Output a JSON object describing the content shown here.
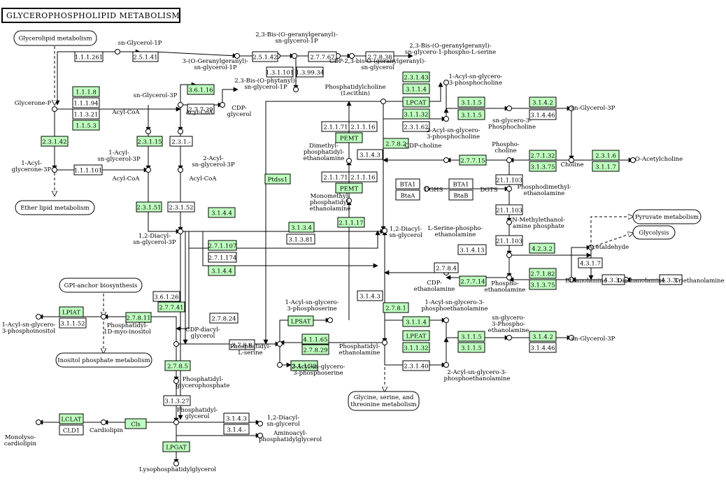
{
  "title": "GLYCEROPHOSPHOLIPID METABOLISM",
  "pathways": [
    {
      "id": "p-glycerolipid",
      "label": "Glycerolipid metabolism"
    },
    {
      "id": "p-ether",
      "label": "Ether lipid metabolism"
    },
    {
      "id": "p-gpi",
      "label": "GPI-anchor biosynthesis"
    },
    {
      "id": "p-inositol",
      "label": "Inositol phosphate metabolism"
    },
    {
      "id": "p-pyruvate",
      "label": "Pyruvate metabolism"
    },
    {
      "id": "p-glycolysis",
      "label": "Glycolysis"
    },
    {
      "id": "p-glycine",
      "label": "Glycine, serine, and threonine metabolism"
    }
  ],
  "enzymes": [
    {
      "id": "e1",
      "label": "1.1.1.261",
      "green": false
    },
    {
      "id": "e2",
      "label": "2.5.1.41",
      "green": false
    },
    {
      "id": "e3",
      "label": "2.5.1.42",
      "green": false
    },
    {
      "id": "e4",
      "label": "2.7.7.67",
      "green": false
    },
    {
      "id": "e5",
      "label": "2.7.8.38",
      "green": false
    },
    {
      "id": "e6",
      "label": "1.3.1.101",
      "green": false
    },
    {
      "id": "e7",
      "label": "1.3.99.34",
      "green": false
    },
    {
      "id": "e8",
      "label": "1.1.1.8",
      "green": true
    },
    {
      "id": "e9",
      "label": "1.1.1.94",
      "green": false
    },
    {
      "id": "e10",
      "label": "1.1.3.21",
      "green": false
    },
    {
      "id": "e11",
      "label": "1.1.5.3",
      "green": true
    },
    {
      "id": "e12",
      "label": "3.6.1.16",
      "green": true
    },
    {
      "id": "e13",
      "label": "2.7.7.39",
      "green": false
    },
    {
      "id": "e14",
      "label": "2.3.1.42",
      "green": true
    },
    {
      "id": "e15",
      "label": "2.3.1.15",
      "green": true
    },
    {
      "id": "e16",
      "label": "2.3.1.-",
      "green": false
    },
    {
      "id": "e17",
      "label": "1.1.1.101",
      "green": false
    },
    {
      "id": "e18",
      "label": "2.3.1.51",
      "green": true
    },
    {
      "id": "e19",
      "label": "2.3.1.52",
      "green": false
    },
    {
      "id": "e20",
      "label": "3.1.4.4",
      "green": true
    },
    {
      "id": "e21",
      "label": "Ptdss1",
      "green": true
    },
    {
      "id": "e22",
      "label": "3.1.3.4",
      "green": true
    },
    {
      "id": "e23",
      "label": "3.1.3.81",
      "green": false
    },
    {
      "id": "e24",
      "label": "2.7.1.107",
      "green": true
    },
    {
      "id": "e25",
      "label": "2.7.1.174",
      "green": false
    },
    {
      "id": "e26",
      "label": "3.1.4.4",
      "green": true
    },
    {
      "id": "e27",
      "label": "3.6.1.26",
      "green": false
    },
    {
      "id": "e28",
      "label": "2.7.7.41",
      "green": true
    },
    {
      "id": "e29",
      "label": "2.7.8.24",
      "green": false
    },
    {
      "id": "e30",
      "label": "2.7.8.11",
      "green": true
    },
    {
      "id": "e31",
      "label": "LPIAT",
      "green": true
    },
    {
      "id": "e32",
      "label": "3.1.1.52",
      "green": false
    },
    {
      "id": "e33",
      "label": "2.7.8.8",
      "green": false
    },
    {
      "id": "e34",
      "label": "2.7.8.5",
      "green": true
    },
    {
      "id": "e35",
      "label": "3.1.3.27",
      "green": false
    },
    {
      "id": "e36",
      "label": "LCLAT",
      "green": true
    },
    {
      "id": "e37",
      "label": "CLD1",
      "green": false
    },
    {
      "id": "e38",
      "label": "Cls",
      "green": true
    },
    {
      "id": "e39",
      "label": "3.1.4.3",
      "green": false
    },
    {
      "id": "e40",
      "label": "3.1.4.-",
      "green": false
    },
    {
      "id": "e41",
      "label": "LPGAT",
      "green": true
    },
    {
      "id": "e42",
      "label": "2.3.1.43",
      "green": true
    },
    {
      "id": "e43",
      "label": "3.1.1.4",
      "green": true
    },
    {
      "id": "e44",
      "label": "LPCAT",
      "green": true
    },
    {
      "id": "e45",
      "label": "3.1.1.32",
      "green": true
    },
    {
      "id": "e46",
      "label": "2.3.1.62",
      "green": false
    },
    {
      "id": "e47",
      "label": "3.1.1.5",
      "green": true
    },
    {
      "id": "e48",
      "label": "3.1.1.5",
      "green": true
    },
    {
      "id": "e49",
      "label": "3.1.4.2",
      "green": true
    },
    {
      "id": "e50",
      "label": "3.1.4.46",
      "green": false
    },
    {
      "id": "e51",
      "label": "2.1.1.71",
      "green": false
    },
    {
      "id": "e52",
      "label": "2.1.1.16",
      "green": false
    },
    {
      "id": "e53",
      "label": "PEMT",
      "green": true
    },
    {
      "id": "e54",
      "label": "3.1.4.3",
      "green": false
    },
    {
      "id": "e55",
      "label": "2.7.8.2",
      "green": true
    },
    {
      "id": "e56",
      "label": "2.1.1.71",
      "green": false
    },
    {
      "id": "e57",
      "label": "2.1.1.16",
      "green": false
    },
    {
      "id": "e58",
      "label": "PEMT",
      "green": true
    },
    {
      "id": "e59",
      "label": "2.7.7.15",
      "green": true
    },
    {
      "id": "e60",
      "label": "2.7.1.32",
      "green": true
    },
    {
      "id": "e61",
      "label": "3.1.3.75",
      "green": true
    },
    {
      "id": "e62",
      "label": "2.3.1.6",
      "green": true
    },
    {
      "id": "e63",
      "label": "3.1.1.7",
      "green": true
    },
    {
      "id": "e64",
      "label": "2.1.1.17",
      "green": true
    },
    {
      "id": "e65",
      "label": "BTA1",
      "green": false
    },
    {
      "id": "e66",
      "label": "BtaA",
      "green": false
    },
    {
      "id": "e67",
      "label": "BTA1",
      "green": false
    },
    {
      "id": "e68",
      "label": "BtaB",
      "green": false
    },
    {
      "id": "e69",
      "label": "21.1.103",
      "green": false
    },
    {
      "id": "e70",
      "label": "21.1.103",
      "green": false
    },
    {
      "id": "e71",
      "label": "21.1.103",
      "green": false
    },
    {
      "id": "e72",
      "label": "3.1.4.13",
      "green": false
    },
    {
      "id": "e73",
      "label": "4.2.3.2",
      "green": true
    },
    {
      "id": "e74",
      "label": "4.3.1.7",
      "green": false
    },
    {
      "id": "e75",
      "label": "2.7.8.4",
      "green": false
    },
    {
      "id": "e76",
      "label": "2.7.7.14",
      "green": true
    },
    {
      "id": "e77",
      "label": "2.7.1.82",
      "green": true
    },
    {
      "id": "e78",
      "label": "3.1.3.75",
      "green": true
    },
    {
      "id": "e79",
      "label": "4.3.3.-",
      "green": false
    },
    {
      "id": "e80",
      "label": "4.3.3.-",
      "green": false
    },
    {
      "id": "e81",
      "label": "3.1.4.3",
      "green": false
    },
    {
      "id": "e82",
      "label": "2.7.8.1",
      "green": true
    },
    {
      "id": "e83",
      "label": "LPSAT",
      "green": true
    },
    {
      "id": "e84",
      "label": "4.1.1.65",
      "green": true
    },
    {
      "id": "e85",
      "label": "2.7.8.29",
      "green": true
    },
    {
      "id": "e86",
      "label": "3.1.1.32",
      "green": true
    },
    {
      "id": "e87",
      "label": "3.1.1.4",
      "green": true
    },
    {
      "id": "e88",
      "label": "LPEAT",
      "green": true
    },
    {
      "id": "e89",
      "label": "3.1.1.32",
      "green": true
    },
    {
      "id": "e90",
      "label": "2.3.1.40",
      "green": false
    },
    {
      "id": "e91",
      "label": "3.1.1.5",
      "green": true
    },
    {
      "id": "e92",
      "label": "3.1.1.5",
      "green": true
    },
    {
      "id": "e93",
      "label": "3.1.4.2",
      "green": true
    },
    {
      "id": "e94",
      "label": "3.1.4.46",
      "green": false
    }
  ],
  "compounds": [
    {
      "id": "c1",
      "lines": [
        "sn-Glycerol-1P"
      ]
    },
    {
      "id": "c2",
      "lines": [
        "3-(O-Geranylgeranyl)-",
        "sn-glycerol-1P"
      ]
    },
    {
      "id": "c3",
      "lines": [
        "2,3-Bis-(O-geranylgeranyl)-",
        "sn-glycerol-1P"
      ]
    },
    {
      "id": "c4",
      "lines": [
        "CDP-2,3-bis-O-(geranylgeranyl)-",
        "sn-glycerol"
      ]
    },
    {
      "id": "c5",
      "lines": [
        "2,3-Bis-(O-geranylgeranyl)-",
        "sn-glycero-1-phospho-L-serine"
      ]
    },
    {
      "id": "c6",
      "lines": [
        "2,3-Bis-(O-phytanyl)-",
        "sn-glycerol-1P"
      ]
    },
    {
      "id": "c7",
      "lines": [
        "Glycerone-P"
      ]
    },
    {
      "id": "c8",
      "lines": [
        "sn-Glycerol-3P"
      ]
    },
    {
      "id": "c9",
      "lines": [
        "CDP-",
        "glycerol"
      ]
    },
    {
      "id": "c10",
      "lines": [
        "Acyl-CoA"
      ]
    },
    {
      "id": "c11",
      "lines": [
        "Acyl-CoA"
      ]
    },
    {
      "id": "c12",
      "lines": [
        "1-Acyl-",
        "glycerone-3P"
      ]
    },
    {
      "id": "c13",
      "lines": [
        "1-Acyl-",
        "sn-glycerol-3P"
      ]
    },
    {
      "id": "c14",
      "lines": [
        "2-Acyl-",
        "sn-glycerol-3P"
      ]
    },
    {
      "id": "c15",
      "lines": [
        "Acyl-CoA"
      ]
    },
    {
      "id": "c16",
      "lines": [
        "Acyl-CoA"
      ]
    },
    {
      "id": "c17",
      "lines": [
        "1,2-Diacyl-",
        "sn-glycerol-3P"
      ]
    },
    {
      "id": "c18",
      "lines": [
        "1,2-Diacyl-",
        "sn-glycerol"
      ]
    },
    {
      "id": "c19",
      "lines": [
        "Phosphatidylcholine",
        "(Lecithin)"
      ]
    },
    {
      "id": "c20",
      "lines": [
        "1-Acyl-sn-glycero-",
        "3-phosphocholine"
      ]
    },
    {
      "id": "c21",
      "lines": [
        "2-Acyl-sn-glycero-",
        "3-phosphocholine"
      ]
    },
    {
      "id": "c22",
      "lines": [
        "sn-glycero-3-",
        "Phosphocholine"
      ]
    },
    {
      "id": "c23",
      "lines": [
        "sn-Glycerol-3P"
      ]
    },
    {
      "id": "c24",
      "lines": [
        "Dimethyl-",
        "phosphatidyl-",
        "ethanolamine"
      ]
    },
    {
      "id": "c25",
      "lines": [
        "CDP-choline"
      ]
    },
    {
      "id": "c26",
      "lines": [
        "Phospho-",
        "choline"
      ]
    },
    {
      "id": "c27",
      "lines": [
        "Choline"
      ]
    },
    {
      "id": "c28",
      "lines": [
        "O-Acetylcholine"
      ]
    },
    {
      "id": "c29",
      "lines": [
        "Monomethyl-",
        "phosphatidyl-",
        "ethanolamine"
      ]
    },
    {
      "id": "c30",
      "lines": [
        "DGHS"
      ]
    },
    {
      "id": "c31",
      "lines": [
        "DGTS"
      ]
    },
    {
      "id": "c32",
      "lines": [
        "Phosphodimethyl-",
        "ethanolamine"
      ]
    },
    {
      "id": "c33",
      "lines": [
        "N-Methylethanol-",
        "amine phosphate"
      ]
    },
    {
      "id": "c34",
      "lines": [
        "L-Serine-phospho-",
        "ethanolamine"
      ]
    },
    {
      "id": "c35",
      "lines": [
        "Acetaldehyde"
      ]
    },
    {
      "id": "c36",
      "lines": [
        "CDP-",
        "ethanolamine"
      ]
    },
    {
      "id": "c37",
      "lines": [
        "Phospho-",
        "ethanolamine"
      ]
    },
    {
      "id": "c38",
      "lines": [
        "Ethanolamine"
      ]
    },
    {
      "id": "c39",
      "lines": [
        "Diethanolamine"
      ]
    },
    {
      "id": "c40",
      "lines": [
        "Triethanolamine"
      ]
    },
    {
      "id": "c41",
      "lines": [
        "1-Acyl-sn-glycero-",
        "3-phosphoserine"
      ]
    },
    {
      "id": "c42",
      "lines": [
        "1-Acyl-sn-glycero-3-",
        "phosphoethanolamine"
      ]
    },
    {
      "id": "c43",
      "lines": [
        "sn-glycero-",
        "3-Phospho-",
        "ethanolamine"
      ]
    },
    {
      "id": "c44",
      "lines": [
        "sn-Glycerol-3P"
      ]
    },
    {
      "id": "c45",
      "lines": [
        "Phosphatidyl-",
        "L-serine"
      ]
    },
    {
      "id": "c46",
      "lines": [
        "Phosphatidyl-",
        "ethanolamine"
      ]
    },
    {
      "id": "c47",
      "lines": [
        "2-Acyl-sn-glycero-",
        "3-phosphoserine"
      ]
    },
    {
      "id": "c48",
      "lines": [
        "2-Acyl-sn-glycero-3-",
        "phosphoethanolamine"
      ]
    },
    {
      "id": "c49",
      "lines": [
        "1-Acyl-sn-glycero-",
        "3-phosphoinositol"
      ]
    },
    {
      "id": "c50",
      "lines": [
        "Phosphatidyl-",
        "1D-myo-inositol"
      ]
    },
    {
      "id": "c51",
      "lines": [
        "CDP-diacyl-",
        "glycerol"
      ]
    },
    {
      "id": "c52",
      "lines": [
        "Phosphatidyl-",
        "glycerophosphate"
      ]
    },
    {
      "id": "c53",
      "lines": [
        "Phosphatidyl-",
        "glycerol"
      ]
    },
    {
      "id": "c54",
      "lines": [
        "1,2-Diacyl-",
        "sn-glycerol"
      ]
    },
    {
      "id": "c55",
      "lines": [
        "Aminoacyl-",
        "phosphatidylglycerol"
      ]
    },
    {
      "id": "c56",
      "lines": [
        "Monolyso-",
        "cardiolipin"
      ]
    },
    {
      "id": "c57",
      "lines": [
        "Cardiolipin"
      ]
    },
    {
      "id": "c58",
      "lines": [
        "Lysophosphatidylglycerol"
      ]
    }
  ],
  "colors": {
    "enzyme_green": "#bfffbf",
    "box_stroke": "#000000",
    "background": "#ffffff"
  }
}
